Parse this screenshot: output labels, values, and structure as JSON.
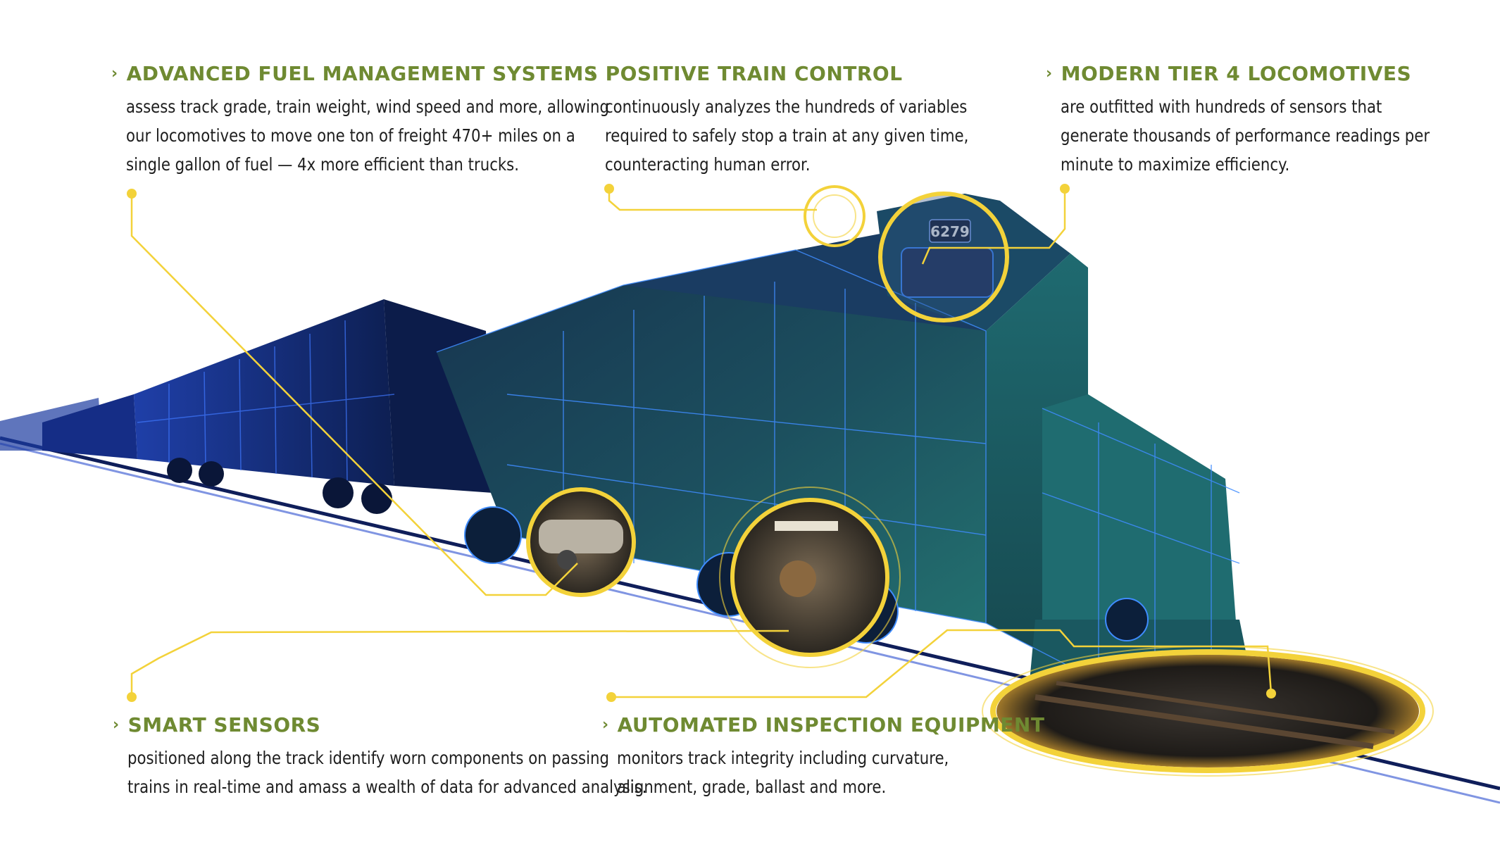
{
  "colors": {
    "accent_green": "#6f8a32",
    "leader_yellow": "#f3d23a",
    "locomotive_teal": "#1f5963",
    "wireframe_blue": "#2f7dff"
  },
  "locomotive": {
    "number": "6279"
  },
  "callouts": {
    "fuel": {
      "icon": "chevron-right-icon",
      "title": "ADVANCED FUEL MANAGEMENT SYSTEMS",
      "lines": [
        "assess track grade, train weight, wind speed and more, allowing",
        "our locomotives to move one ton of freight 470+ miles on a",
        "single gallon of fuel — 4x more efficient than trucks."
      ]
    },
    "ptc": {
      "icon": "chevron-right-icon",
      "title": "POSITIVE TRAIN CONTROL",
      "lines": [
        "continuously analyzes the hundreds of variables",
        "required to safely stop a train at any given time,",
        "counteracting human error."
      ]
    },
    "tier4": {
      "icon": "chevron-right-icon",
      "title": "MODERN TIER 4 LOCOMOTIVES",
      "lines": [
        "are outfitted with hundreds of sensors that",
        "generate thousands of performance readings per",
        "minute to maximize efficiency."
      ]
    },
    "sensors": {
      "icon": "chevron-right-icon",
      "title": "SMART SENSORS",
      "lines": [
        "positioned along the track identify worn components on passing",
        "trains in real-time and amass a wealth of data for advanced analysis."
      ]
    },
    "inspection": {
      "icon": "chevron-right-icon",
      "title": "AUTOMATED INSPECTION EQUIPMENT",
      "lines": [
        "monitors track integrity including curvature,",
        "alignment, grade, ballast and more."
      ]
    }
  }
}
